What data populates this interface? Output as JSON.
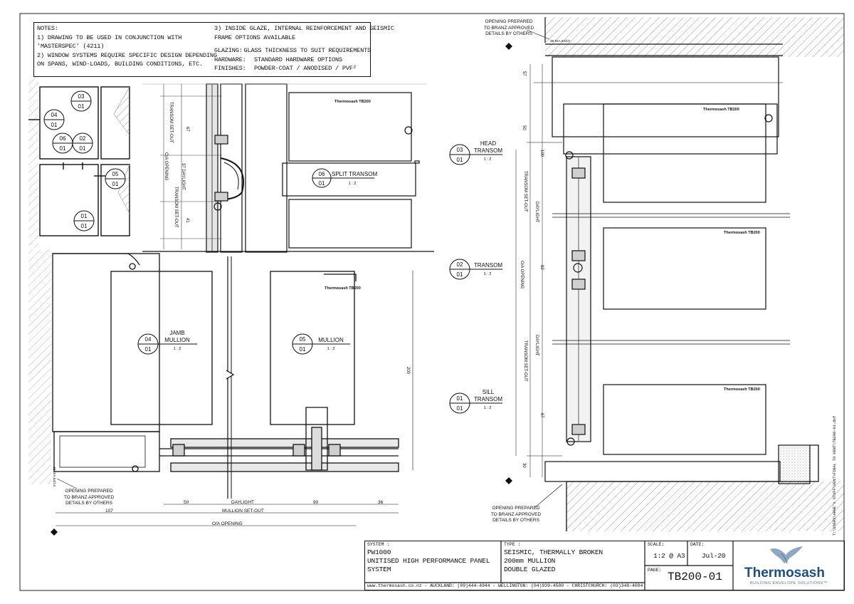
{
  "notes": {
    "heading": "NOTES:",
    "col1": [
      "1) DRAWING TO BE USED IN CONJUNCTION WITH",
      "'MASTERSPEC' (4211)",
      "2) WINDOW SYSTEMS REQUIRE SPECIFIC DESIGN DEPENDING",
      "ON SPANS, WIND-LOADS, BUILDING CONDITIONS, ETC."
    ],
    "col2_line1": "3) INSIDE GLAZE, INTERNAL REINFORCEMENT AND SEISMIC",
    "col2_line2": "FRAME OPTIONS AVAILABLE",
    "specs": [
      {
        "key": "GLAZING:",
        "value": "GLASS THICKNESS TO SUIT REQUIREMENTS"
      },
      {
        "key": "HARDWARE:",
        "value": "STANDARD HARDWARE OPTIONS"
      },
      {
        "key": "FINISHES:",
        "value": "POWDER-COAT / ANODISED / PVF²"
      }
    ]
  },
  "key_plan": {
    "bubbles": [
      {
        "top": "03",
        "bottom": "01"
      },
      {
        "top": "04",
        "bottom": "01"
      },
      {
        "top": "06",
        "bottom": "01"
      },
      {
        "top": "02",
        "bottom": "01"
      },
      {
        "top": "05",
        "bottom": "01"
      },
      {
        "top": "01",
        "bottom": "01"
      }
    ]
  },
  "details": {
    "split_transom": {
      "num": "06",
      "sheet": "01",
      "label": "SPLIT TRANSOM",
      "scale": "1 : 2"
    },
    "jamb_mullion": {
      "num": "04",
      "sheet": "01",
      "label1": "JAMB",
      "label2": "MULLION",
      "scale": "1 : 2"
    },
    "mullion": {
      "num": "05",
      "sheet": "01",
      "label": "MULLION",
      "scale": "1 : 2"
    },
    "head_transom": {
      "num": "03",
      "sheet": "01",
      "label1": "HEAD",
      "label2": "TRANSOM",
      "scale": "1 : 2"
    },
    "transom": {
      "num": "02",
      "sheet": "01",
      "label": "TRANSOM",
      "scale": "1 : 2"
    },
    "sill_transom": {
      "num": "01",
      "sheet": "01",
      "label1": "SILL",
      "label2": "TRANSOM",
      "scale": "1 : 2"
    }
  },
  "brand_mark": "Thermosash",
  "brand_mark_code": "TB200",
  "dimensions": {
    "transom_setout_top": "TRANSOM SET-OUT",
    "oa_opening": "O/A OPENING",
    "daylight_37": "37 DAYLIGHT",
    "transom_setout_mid": "TRANSOM SET-OUT",
    "d67": "67",
    "d41": "41",
    "d50": "50",
    "d90": "90",
    "d36": "36",
    "d107": "107",
    "daylight": "DAYLIGHT",
    "mullion_setout": "MULLION SET-OUT",
    "oa_opening_h": "O/A OPENING",
    "d200": "200",
    "r57": "57",
    "r50": "50",
    "r100": "100",
    "r82": "82",
    "r67": "67",
    "r30": "30",
    "r_transom_setout_a": "TRANSOM SET-OUT",
    "r_daylight_a": "DAYLIGHT",
    "r_oa_opening": "O/A OPENING",
    "r_daylight_b": "DAYLIGHT",
    "r_transom_setout_b": "TRANSOM SET-OUT",
    "bh_small": "38 DIA 64/10",
    "bh_small2": "38 DIA 64/10"
  },
  "callouts": {
    "opening_left": [
      "OPENING PREPARED",
      "TO BRANZ APPROVED",
      "DETAILS BY OTHERS"
    ],
    "opening_top_right": [
      "OPENING PREPARED",
      "TO BRANZ APPROVED",
      "DETAILS BY OTHERS"
    ],
    "opening_bottom_right": [
      "OPENING PREPARED",
      "TO BRANZ APPROVED",
      "DETAILS BY OTHERS"
    ]
  },
  "side_path": "T:\\USERS\\ARHE's STUFF\\VENT\\FINAL TO KENT\\TB200-01.dxf",
  "title_block": {
    "system_label": "SYSTEM :",
    "system_lines": [
      "PW1000",
      "UNITISED HIGH PERFORMANCE PANEL",
      "SYSTEM"
    ],
    "type_label": "TYPE :",
    "type_lines": [
      "SEISMIC, THERMALLY BROKEN",
      "200mm MULLION",
      "DOUBLE GLAZED"
    ],
    "scale_label": "SCALE:",
    "scale_value": "1:2 @ A3",
    "date_label": "DATE:",
    "date_value": "Jul-20",
    "page_label": "PAGE:",
    "page_value": "TB200-01",
    "footer": "www.thermosash.co.nz  -  AUCKLAND: (09)444-4944  -  WELLINGTON: (04)939-4500  -  CHRISTCHURCH: (03)348-4004",
    "logo_name": "Thermosash",
    "logo_tagline": "BUILDING ENVELOPE SOLUTIONS™",
    "logo_color": "#1f4e7a"
  }
}
